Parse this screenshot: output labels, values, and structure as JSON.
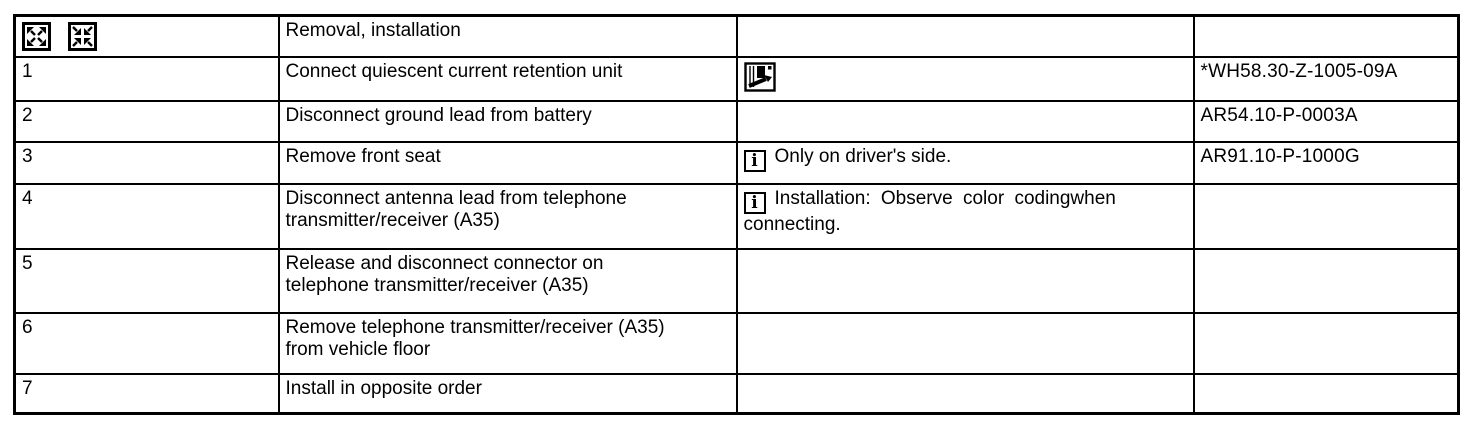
{
  "header": {
    "title": "Removal, installation",
    "expand_icon": "arrows-expand-icon",
    "collapse_icon": "arrows-collapse-icon"
  },
  "icons": {
    "info_glyph": "i",
    "info_icon_name": "info-icon",
    "graphic_icon_name": "work-instruction-graphic-icon"
  },
  "rows": [
    {
      "step": "1",
      "description": "Connect quiescent current retention unit",
      "note_text": "",
      "code": "*WH58.30-Z-1005-09A"
    },
    {
      "step": "2",
      "description": "Disconnect ground lead from battery",
      "note_text": "",
      "code": "AR54.10-P-0003A"
    },
    {
      "step": "3",
      "description": "Remove front seat",
      "note_text": "Only on driver's side.",
      "code": "AR91.10-P-1000G"
    },
    {
      "step": "4",
      "description": "Disconnect antenna lead from telephone\ntransmitter/receiver (A35)",
      "note_text": "Installation:  Observe color codingwhen\nconnecting.",
      "code": ""
    },
    {
      "step": "5",
      "description": "Release and disconnect connector on\ntelephone transmitter/receiver (A35)",
      "note_text": "",
      "code": ""
    },
    {
      "step": "6",
      "description": "Remove telephone transmitter/receiver (A35)\nfrom vehicle floor",
      "note_text": "",
      "code": ""
    },
    {
      "step": "7",
      "description": "Install in opposite order",
      "note_text": "",
      "code": ""
    }
  ]
}
